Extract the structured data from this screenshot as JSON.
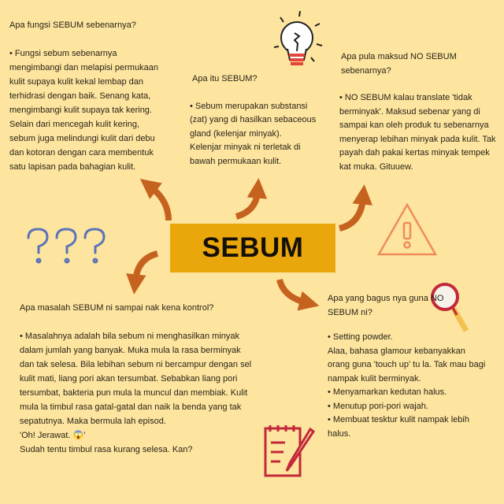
{
  "title": "SEBUM",
  "sections": {
    "fungsi": {
      "title": "Apa fungsi SEBUM sebenarnya?",
      "paragraphs": [
        "• Fungsi sebum sebenarnya mengimbangi dan melapisi permukaan kulit supaya kulit kekal lembap dan terhidrasi dengan baik. Senang kata, mengimbangi kulit supaya tak kering.",
        "Selain dari mencegah kulit kering, sebum juga melindungi kulit dari debu dan kotoran dengan cara membentuk satu lapisan pada bahagian kulit."
      ]
    },
    "apa_itu": {
      "title": "Apa itu SEBUM?",
      "paragraphs": [
        "• Sebum merupakan substansi (zat) yang di hasilkan sebaceous gland (kelenjar minyak).",
        "Kelenjar minyak ni terletak di bawah permukaan kulit."
      ]
    },
    "no_sebum": {
      "title": "Apa pula maksud NO SEBUM sebenarnya?",
      "paragraphs": [
        "• NO SEBUM kalau translate 'tidak berminyak'. Maksud sebenar yang di sampai kan oleh produk tu sebenarnya menyerap lebihan minyak pada kulit. Tak payah dah pakai kertas minyak tempek kat muka. Gituuew."
      ]
    },
    "masalah": {
      "title": "Apa masalah SEBUM ni sampai nak kena kontrol?",
      "paragraphs": [
        "• Masalahnya adalah bila sebum ni menghasilkan minyak dalam jumlah yang banyak. Muka mula la rasa berminyak dan tak selesa. Bila lebihan sebum ni bercampur dengan sel kulit mati, liang pori akan tersumbat. Sebabkan liang pori tersumbat, bakteria pun mula la muncul dan membiak. Kulit mula la timbul rasa gatal-gatal dan naik la benda yang tak sepatutnya. Maka bermula lah episod.",
        "'Oh! Jerawat. 😱'",
        "Sudah tentu timbul rasa kurang selesa. Kan?"
      ]
    },
    "bagus": {
      "title": "Apa yang bagus nya guna NO SEBUM ni?",
      "paragraphs": [
        "• Setting powder.",
        "Alaa, bahasa glamour kebanyakkan orang guna 'touch up' tu la. Tak mau bagi nampak kulit berminyak.",
        "• Menyamarkan kedutan halus.",
        "• Menutup pori-pori wajah.",
        "• Membuat tesktur kulit nampak lebih halus."
      ]
    }
  },
  "colors": {
    "background": "#fde49f",
    "banner": "#e9a70c",
    "arrow": "#c6621f",
    "warning": "#ef8c5c",
    "magnifier": "#c2283a",
    "question": "#5b74b8"
  }
}
